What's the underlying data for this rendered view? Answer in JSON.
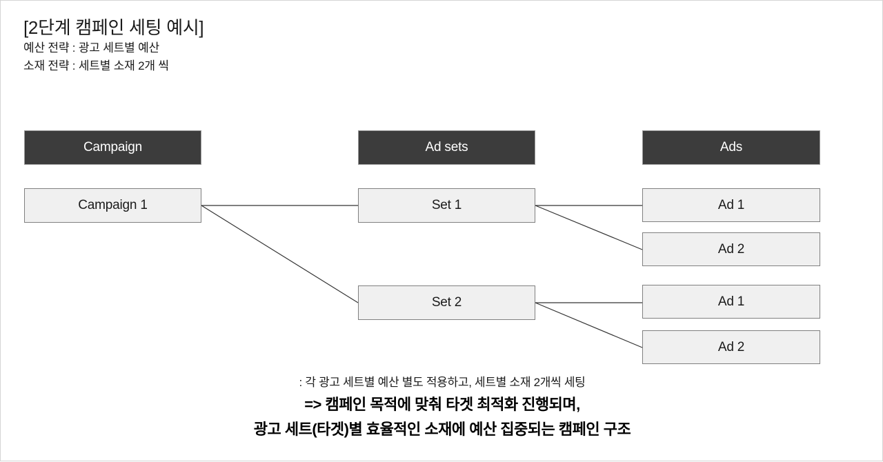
{
  "header": {
    "title": "[2단계 캠페인 세팅 예시]",
    "subtitles": [
      "예산 전략 : 광고 세트별 예산",
      "소재 전략 : 세트별 소재 2개 씩"
    ]
  },
  "diagram": {
    "type": "hierarchy",
    "columns": [
      {
        "id": "campaign",
        "header": "Campaign"
      },
      {
        "id": "ad_sets",
        "header": "Ad sets"
      },
      {
        "id": "ads",
        "header": "Ads"
      }
    ],
    "nodes": {
      "campaign_1": "Campaign 1",
      "set_1": "Set 1",
      "set_2": "Set 2",
      "ad_1a": "Ad 1",
      "ad_1b": "Ad 2",
      "ad_2a": "Ad 1",
      "ad_2b": "Ad 2"
    },
    "edges": [
      {
        "from": "campaign_1",
        "to": "set_1"
      },
      {
        "from": "campaign_1",
        "to": "set_2"
      },
      {
        "from": "set_1",
        "to": "ad_1a"
      },
      {
        "from": "set_1",
        "to": "ad_1b"
      },
      {
        "from": "set_2",
        "to": "ad_2a"
      },
      {
        "from": "set_2",
        "to": "ad_2b"
      }
    ],
    "colors": {
      "header_fill": "#3c3c3c",
      "header_text": "#ffffff",
      "box_fill": "#f0f0f0",
      "box_border": "#7f7f7f",
      "connector": "#333333",
      "page_border": "#d4d4d4"
    }
  },
  "footer": {
    "note": ": 각 광고 세트별 예산 별도 적용하고, 세트별 소재 2개씩 세팅",
    "conclusion_line_1": "=> 캠페인 목적에 맞춰 타겟 최적화 진행되며,",
    "conclusion_line_2": "광고 세트(타겟)별 효율적인 소재에 예산 집중되는 캠페인 구조"
  }
}
